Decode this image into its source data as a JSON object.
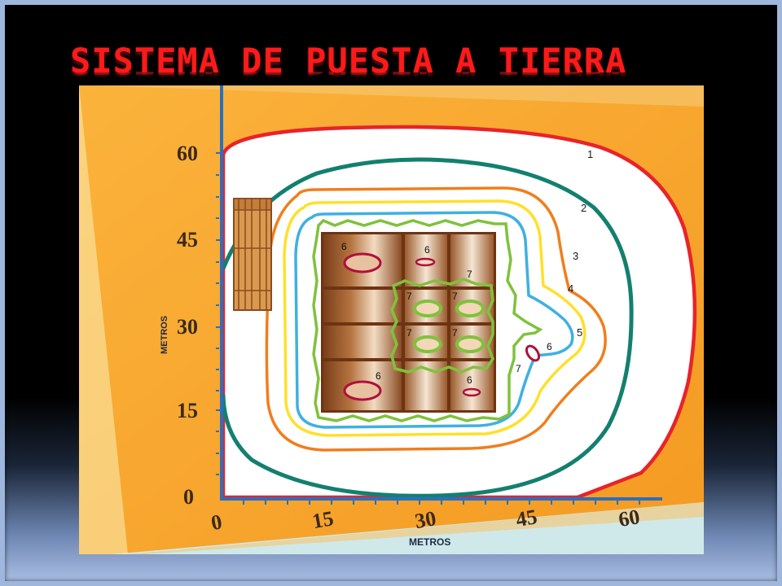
{
  "slide": {
    "title": "SISTEMA DE PUESTA A TIERRA"
  },
  "diagram": {
    "y_axis": {
      "label": "METROS",
      "ticks": [
        "60",
        "45",
        "30",
        "15",
        "0"
      ]
    },
    "x_axis": {
      "label": "METROS",
      "ticks": [
        "0",
        "15",
        "30",
        "45",
        "60"
      ]
    },
    "contour_labels": [
      "1",
      "2",
      "3",
      "4",
      "5",
      "6",
      "7"
    ],
    "contour_colors": {
      "1": "#e8232a",
      "2": "#13806f",
      "3": "#f07e1e",
      "4": "#ffe02a",
      "5": "#3fb0e0",
      "7": "#7fc23c",
      "6": "#b0103a"
    },
    "grid_labels": {
      "six": [
        "6",
        "6",
        "6",
        "6"
      ],
      "seven": [
        "7",
        "7",
        "7",
        "7",
        "7"
      ]
    },
    "outside_labels": {
      "six": "6",
      "seven": "7"
    },
    "colors": {
      "slide_background": "#000000",
      "title": "#ff1a1a",
      "diagram_paper": "#f7a42d",
      "axis": "#2b6fc0",
      "grid_wood": "#a5683a"
    }
  }
}
